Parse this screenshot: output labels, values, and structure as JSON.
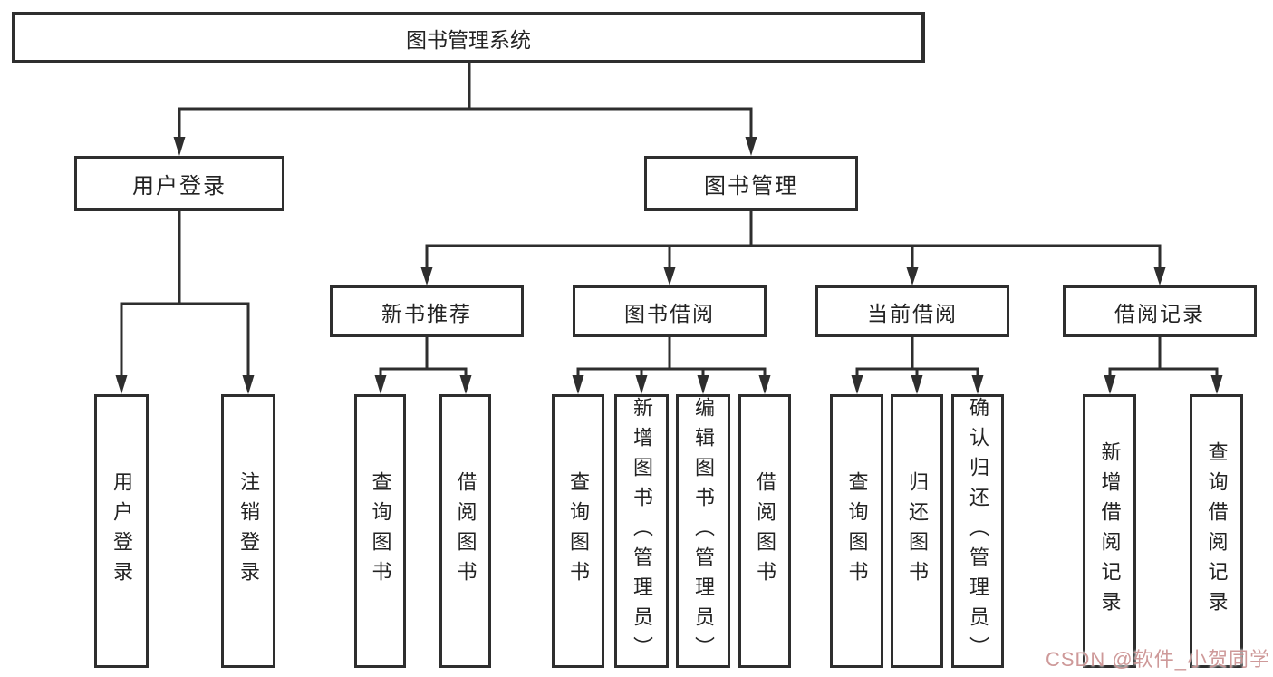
{
  "tree": {
    "label": "图书管理系统",
    "children": [
      {
        "label": "用户登录",
        "children": [
          {
            "label": "用户登录"
          },
          {
            "label": "注销登录"
          }
        ]
      },
      {
        "label": "图书管理",
        "children": [
          {
            "label": "新书推荐",
            "children": [
              {
                "label": "查询图书"
              },
              {
                "label": "借阅图书"
              }
            ]
          },
          {
            "label": "图书借阅",
            "children": [
              {
                "label": "查询图书"
              },
              {
                "label": "新增图书（管理员）"
              },
              {
                "label": "编辑图书（管理员）"
              },
              {
                "label": "借阅图书"
              }
            ]
          },
          {
            "label": "当前借阅",
            "children": [
              {
                "label": "查询图书"
              },
              {
                "label": "归还图书"
              },
              {
                "label": "确认归还（管理员）"
              }
            ]
          },
          {
            "label": "借阅记录",
            "children": [
              {
                "label": "新增借阅记录"
              },
              {
                "label": "查询借阅记录"
              }
            ]
          }
        ]
      }
    ]
  },
  "watermark": {
    "text": "CSDN @软件_小贺同学"
  },
  "colors": {
    "line": "#2e2e2e",
    "text": "#232323",
    "background": "#ffffff",
    "watermark": "#c58787"
  }
}
